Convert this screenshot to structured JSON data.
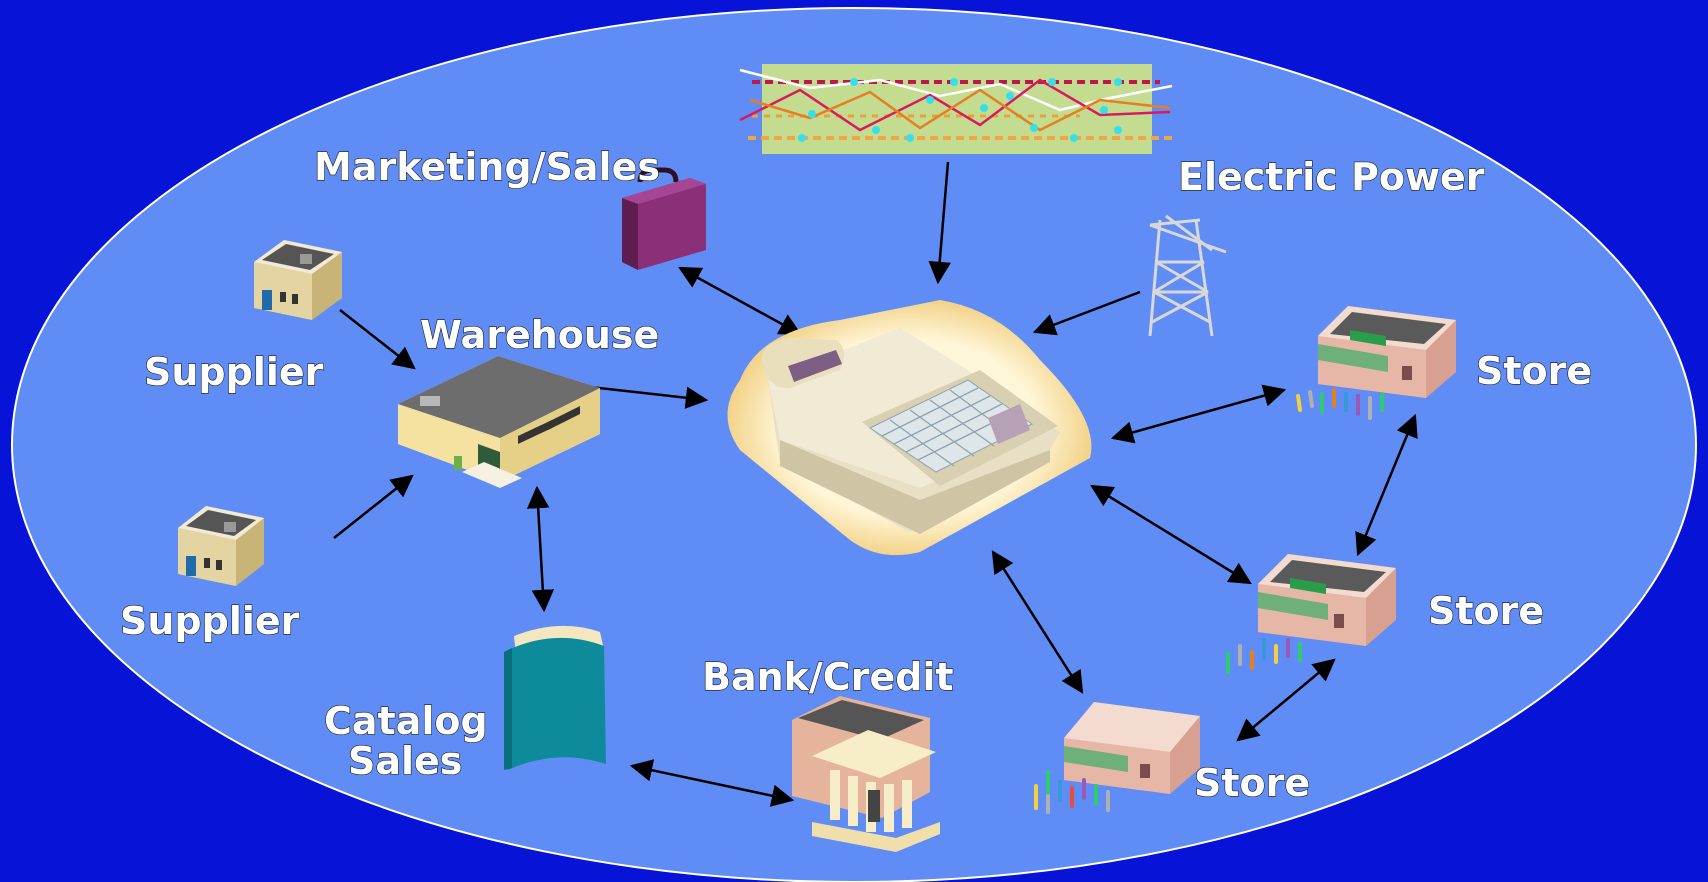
{
  "colors": {
    "background": "#0713d6",
    "ellipse_fill": "#5f8df5",
    "ellipse_stroke": "#ffffff",
    "label_text": "#ffffff",
    "arrow": "#000000"
  },
  "labels": {
    "marketing_sales": "Marketing/Sales",
    "electric_power": "Electric Power",
    "supplier_1": "Supplier",
    "supplier_2": "Supplier",
    "warehouse": "Warehouse",
    "store_1": "Store",
    "store_2": "Store",
    "store_3": "Store",
    "catalog_line1": "Catalog",
    "catalog_line2": "Sales",
    "bank_credit": "Bank/Credit"
  },
  "icons": {
    "center": "cash-register-icon",
    "chart": "line-chart-icon",
    "briefcase": "briefcase-icon",
    "power": "power-tower-icon",
    "supplier": "small-building-icon",
    "warehouse": "warehouse-icon",
    "store": "storefront-icon",
    "catalog": "catalog-book-icon",
    "bank": "bank-building-icon"
  }
}
